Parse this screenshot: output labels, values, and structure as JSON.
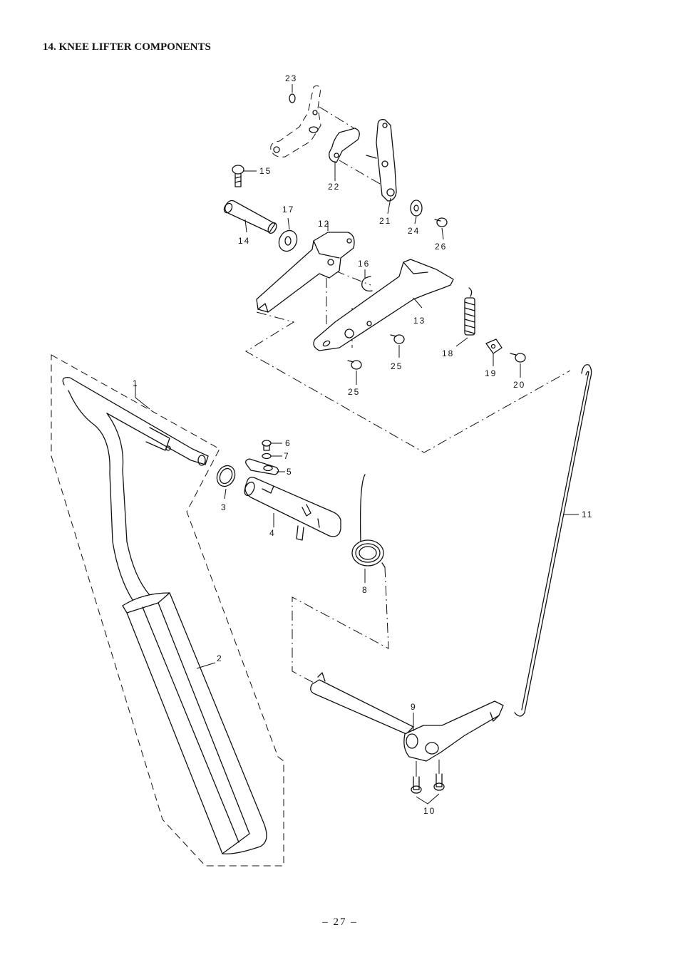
{
  "title": "14. KNEE LIFTER COMPONENTS",
  "page_number": "– 27 –",
  "callouts": {
    "c1": "1",
    "c2": "2",
    "c3": "3",
    "c4": "4",
    "c5": "5",
    "c6": "6",
    "c7": "7",
    "c8": "8",
    "c9": "9",
    "c10": "10",
    "c11": "11",
    "c12": "12",
    "c13": "13",
    "c14": "14",
    "c15": "15",
    "c16": "16",
    "c17": "17",
    "c18": "18",
    "c19": "19",
    "c20": "20",
    "c21": "21",
    "c22": "22",
    "c23": "23",
    "c24": "24",
    "c25a": "25",
    "c25b": "25",
    "c26": "26"
  }
}
